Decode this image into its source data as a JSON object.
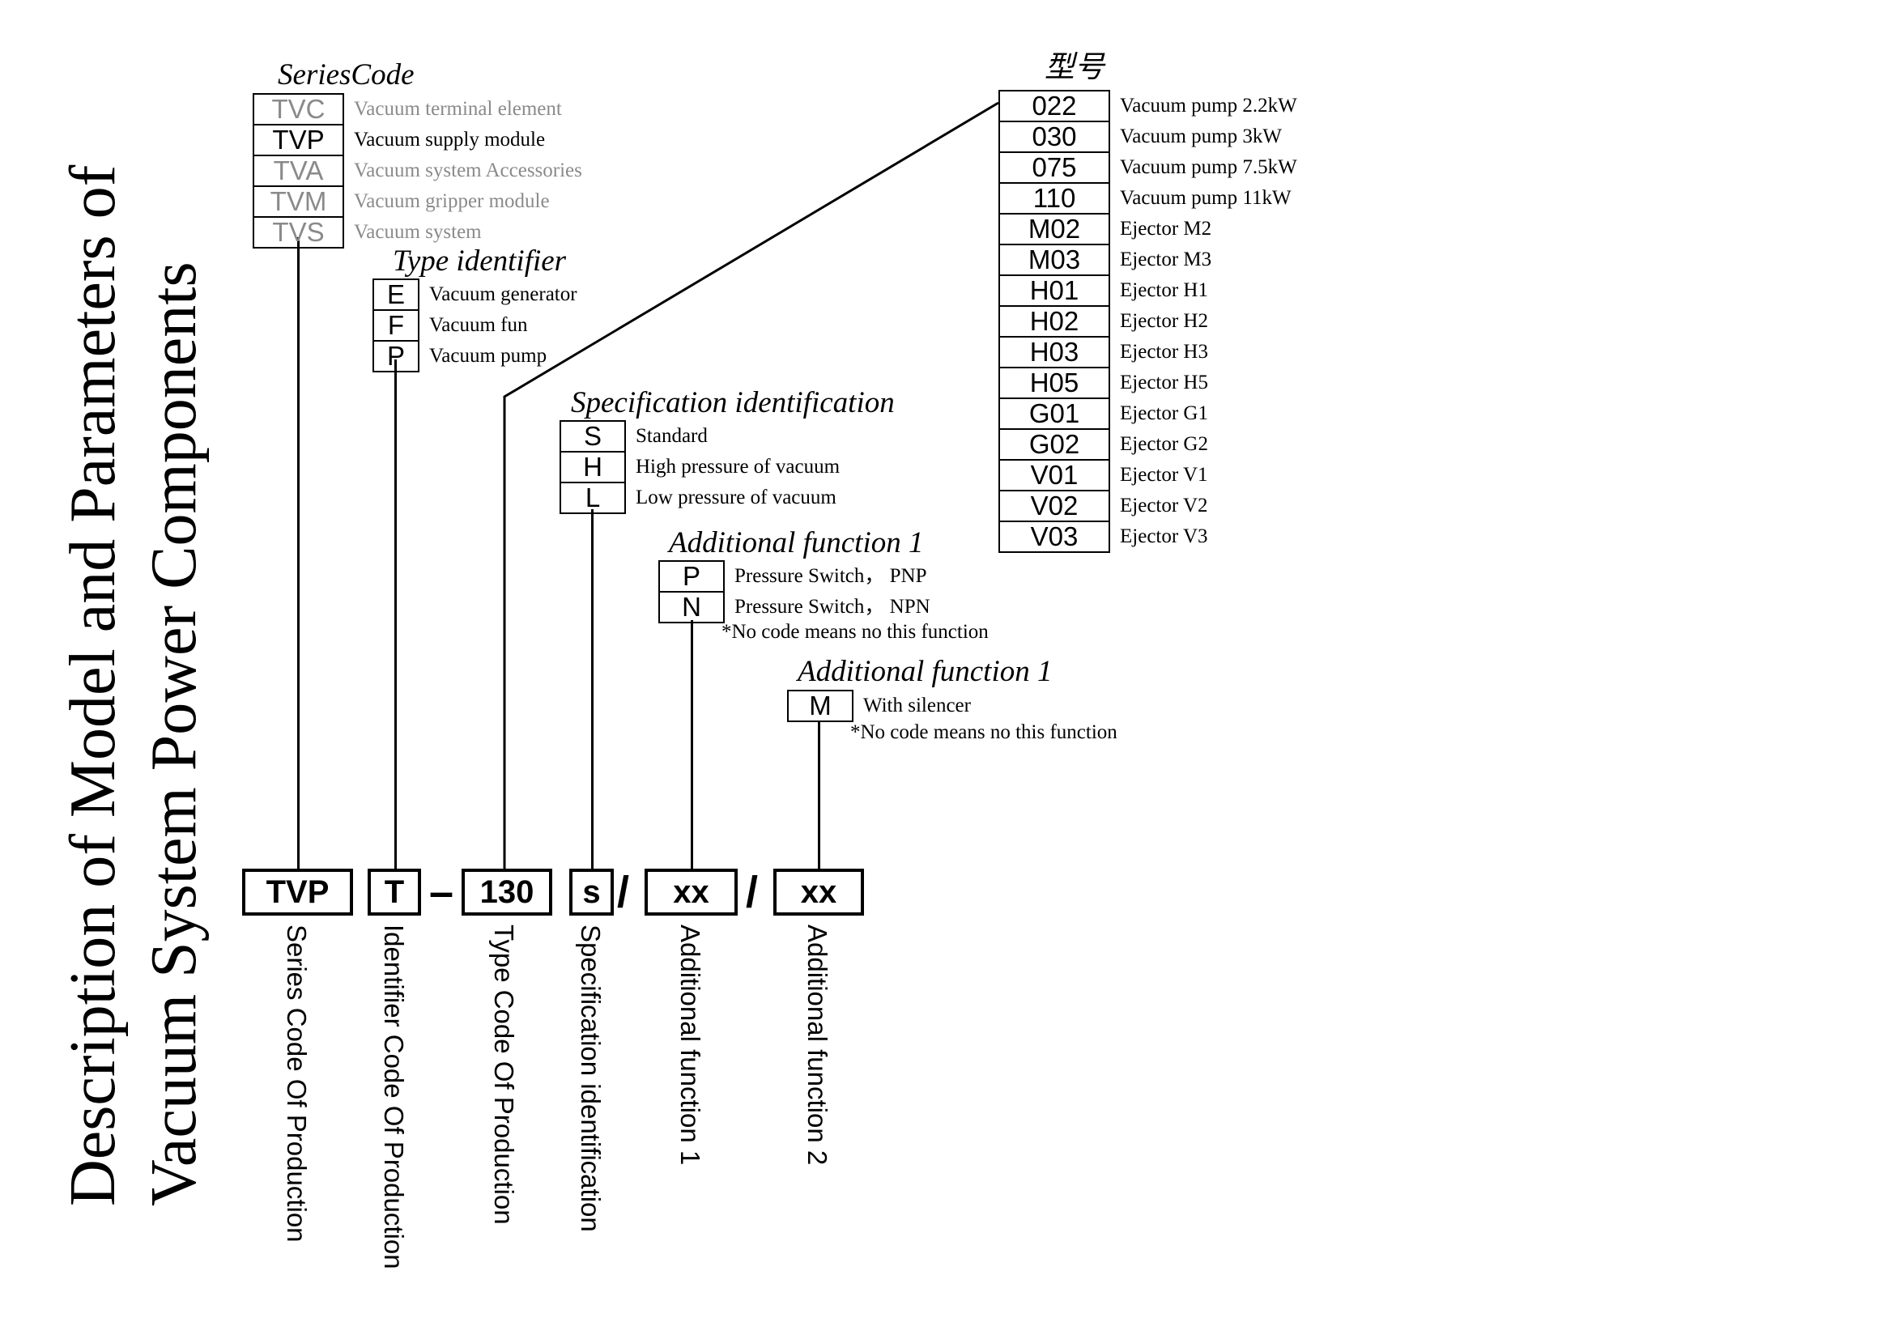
{
  "title": {
    "line1": "Description of Model and Parameters of",
    "line2": "Vacuum System Power Components"
  },
  "series_code": {
    "header": "SeriesCode",
    "items": [
      {
        "code": "TVC",
        "desc": "Vacuum terminal element",
        "active": false
      },
      {
        "code": "TVP",
        "desc": "Vacuum supply module",
        "active": true
      },
      {
        "code": "TVA",
        "desc": "Vacuum system Accessories",
        "active": false
      },
      {
        "code": "TVM",
        "desc": "Vacuum gripper module",
        "active": false
      },
      {
        "code": "TVS",
        "desc": "Vacuum system",
        "active": false
      }
    ]
  },
  "type_identifier": {
    "header": "Type identifier",
    "items": [
      {
        "code": "E",
        "desc": "Vacuum generator"
      },
      {
        "code": "F",
        "desc": "Vacuum fun"
      },
      {
        "code": "P",
        "desc": "Vacuum pump"
      }
    ]
  },
  "model": {
    "header": "型号",
    "items": [
      {
        "code": "022",
        "desc": "Vacuum pump 2.2kW"
      },
      {
        "code": "030",
        "desc": "Vacuum pump 3kW"
      },
      {
        "code": "075",
        "desc": "Vacuum pump 7.5kW"
      },
      {
        "code": "110",
        "desc": "Vacuum pump 11kW"
      },
      {
        "code": "M02",
        "desc": "Ejector M2"
      },
      {
        "code": "M03",
        "desc": "Ejector M3"
      },
      {
        "code": "H01",
        "desc": "Ejector H1"
      },
      {
        "code": "H02",
        "desc": "Ejector H2"
      },
      {
        "code": "H03",
        "desc": "Ejector H3"
      },
      {
        "code": "H05",
        "desc": "Ejector H5"
      },
      {
        "code": "G01",
        "desc": "Ejector G1"
      },
      {
        "code": "G02",
        "desc": "Ejector G2"
      },
      {
        "code": "V01",
        "desc": "Ejector V1"
      },
      {
        "code": "V02",
        "desc": "Ejector V2"
      },
      {
        "code": "V03",
        "desc": "Ejector V3"
      }
    ]
  },
  "specification": {
    "header": "Specification identification",
    "items": [
      {
        "code": "S",
        "desc": "Standard"
      },
      {
        "code": "H",
        "desc": "High pressure of vacuum"
      },
      {
        "code": "L",
        "desc": "Low pressure of vacuum"
      }
    ]
  },
  "additional_1": {
    "header": "Additional function 1",
    "items": [
      {
        "code": "P",
        "desc": "Pressure Switch， PNP"
      },
      {
        "code": "N",
        "desc": "Pressure Switch， NPN"
      }
    ],
    "note": "*No code means no this function"
  },
  "additional_2": {
    "header": "Additional function 1",
    "items": [
      {
        "code": "M",
        "desc": "With silencer"
      }
    ],
    "note": "*No code means no this function"
  },
  "model_string": {
    "series": "TVP",
    "identifier": "T",
    "dash": "–",
    "type": "130",
    "spec": "s",
    "slash1": "/",
    "add1": "xx",
    "slash2": "/",
    "add2": "xx"
  },
  "labels": {
    "series": "Series Code Of Production",
    "identifier": "Identifier Code Of Production",
    "type": "Type Code Of Production",
    "spec": "Specification identification",
    "add1": "Additional function 1",
    "add2": "Additional function 2"
  }
}
